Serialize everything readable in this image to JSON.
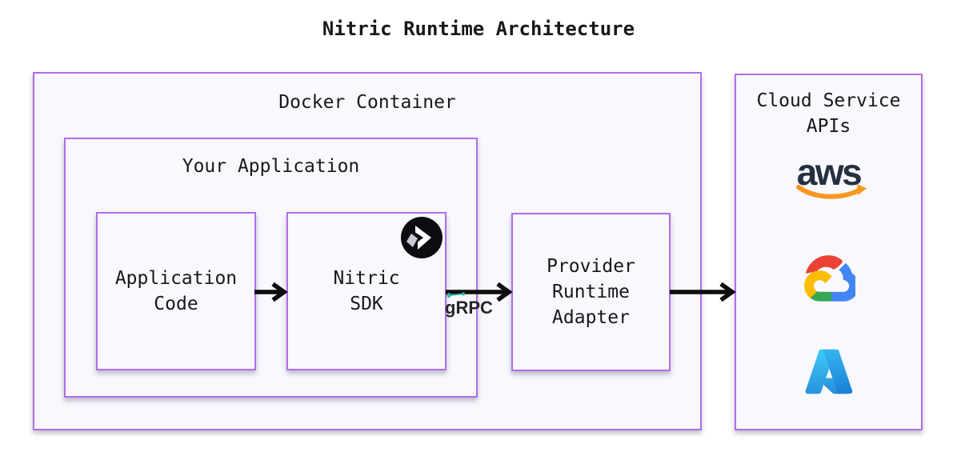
{
  "title": "Nitric Runtime Architecture",
  "docker": {
    "label": "Docker Container"
  },
  "your_app": {
    "label": "Your Application"
  },
  "app_code": {
    "label": "Application\nCode"
  },
  "sdk": {
    "label": "Nitric\nSDK",
    "icon": "nitric-logo"
  },
  "provider": {
    "label": "Provider\nRuntime\nAdapter"
  },
  "grpc": {
    "label": "gRPC",
    "icon": "grpc-pantograph-mark"
  },
  "cloud": {
    "label": "Cloud Service\nAPIs",
    "providers": [
      {
        "name": "AWS",
        "icon": "aws-logo",
        "wordmark": "aws"
      },
      {
        "name": "Google Cloud",
        "icon": "google-cloud-logo"
      },
      {
        "name": "Microsoft Azure",
        "icon": "azure-logo"
      }
    ]
  },
  "colors": {
    "box_border": "#b06ee8",
    "box_fill": "#f8f8fe",
    "text": "#17171c",
    "arrow": "#0e0e0e",
    "grpc_teal": "#25b8ac",
    "nitric_circle": "#0c0c12",
    "nitric_gray": "#c9c9d6",
    "nitric_white": "#ffffff",
    "aws_dark": "#252f3e",
    "aws_orange": "#f7981e",
    "gcp_red": "#ea4335",
    "gcp_blue": "#4285f4",
    "gcp_yellow": "#fbbc05",
    "gcp_green": "#34a853",
    "azure_dark": "#114a8b",
    "azure_light": "#3ccbf4"
  }
}
